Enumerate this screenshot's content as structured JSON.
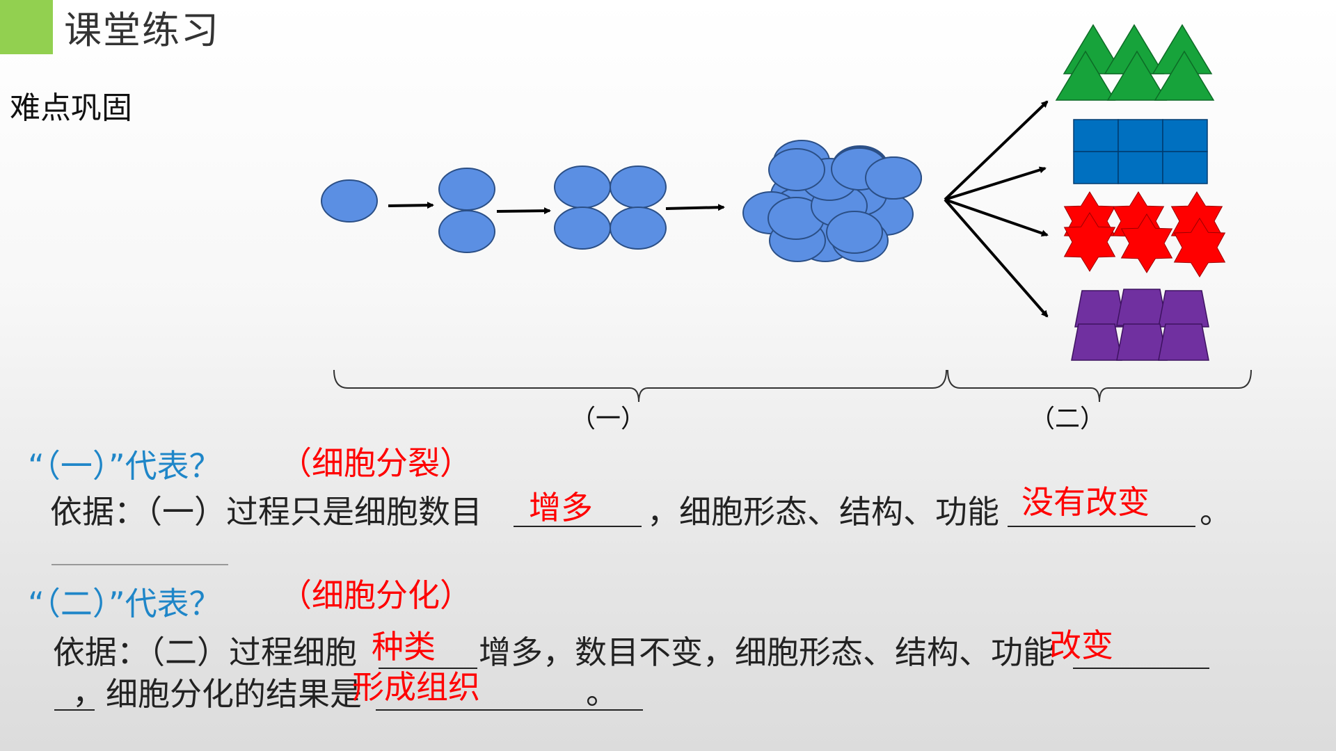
{
  "slide": {
    "title": "课堂练习",
    "subtitle": "难点巩固",
    "accent_color": "#92d050"
  },
  "diagram": {
    "bracket_one_label": "（一）",
    "bracket_two_label": "（二）",
    "cell_color": "#5b8fe3",
    "tissue_colors": [
      "#17a33b",
      "#0070c0",
      "#ff0000",
      "#7030a0"
    ]
  },
  "q1": {
    "prompt": "“（一）”代表？",
    "answer": "（细胞分裂）",
    "basis_part1": "依据：（一）过程只是细胞数目",
    "blank1_answer": "增多",
    "basis_part2": "，细胞形态、结构、功能",
    "blank2_answer": "没有改变",
    "period": "。"
  },
  "q2": {
    "prompt": "“（二）”代表？",
    "answer": "（细胞分化）",
    "basis_part1": "依据：（二）过程细胞",
    "blank1_answer": "种类",
    "basis_part2": "增多，数目不变，细胞形态、结构、功能",
    "blank2_answer": "改变",
    "line2_comma": "，",
    "basis_part3": "细胞分化的结果是",
    "blank3_answer": "形成组织",
    "period": "。"
  }
}
